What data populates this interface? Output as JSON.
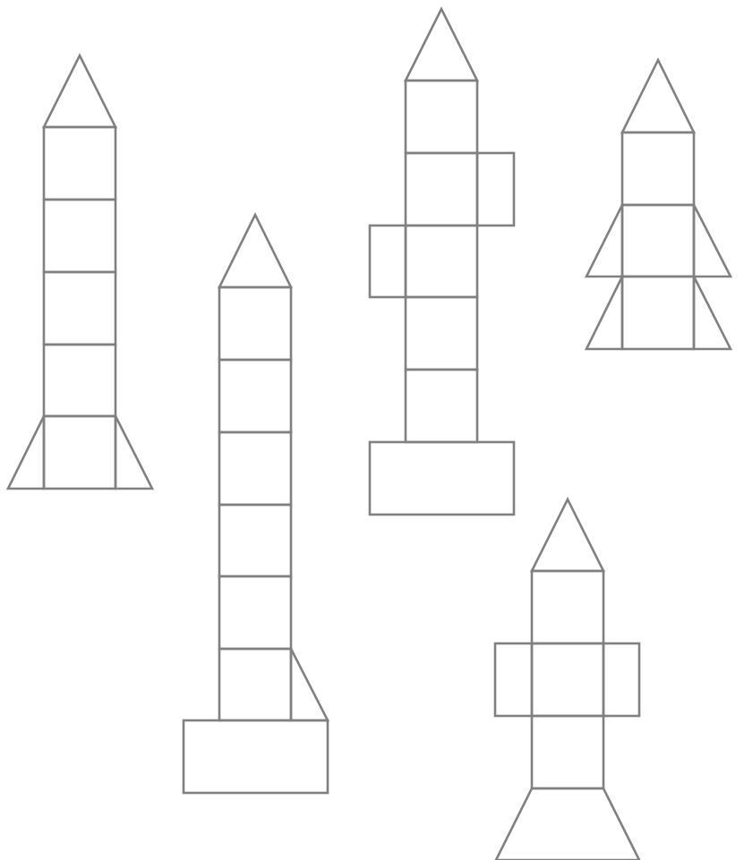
{
  "figure": {
    "stroke_color": "#808080",
    "background": "#ffffff",
    "rockets": [
      {
        "id": "rocket-1",
        "parts": [
          "nose-cone",
          "square",
          "square",
          "square",
          "square",
          "square",
          "fin-left",
          "fin-right"
        ]
      },
      {
        "id": "rocket-2",
        "parts": [
          "nose-cone",
          "square",
          "square",
          "square",
          "square",
          "square",
          "square",
          "fin-right",
          "base-rectangle"
        ]
      },
      {
        "id": "rocket-3",
        "parts": [
          "nose-cone",
          "square",
          "square",
          "square",
          "square",
          "square",
          "side-square-right",
          "side-square-left",
          "base-rectangle"
        ]
      },
      {
        "id": "rocket-4",
        "parts": [
          "nose-cone",
          "square",
          "square",
          "square",
          "fin-left",
          "fin-right",
          "fin-left",
          "fin-right"
        ]
      },
      {
        "id": "rocket-5",
        "parts": [
          "nose-cone",
          "square",
          "square",
          "square",
          "side-square-left",
          "side-square-right",
          "trapezoid-base"
        ]
      }
    ]
  }
}
